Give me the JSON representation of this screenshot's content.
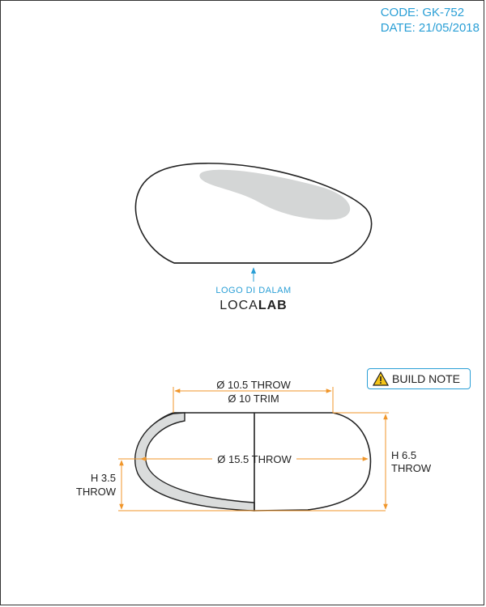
{
  "header": {
    "code": "CODE: GK-752",
    "date": "DATE: 21/05/2018"
  },
  "top_view": {
    "logo_note": "LOGO DI DALAM",
    "brand_light": "LOCA",
    "brand_bold": "LAB"
  },
  "build_note": {
    "label": "BUILD NOTE",
    "icon": "warning-icon"
  },
  "dimensions": {
    "top_opening": "Ø 10.5 THROW",
    "trim": "Ø 10 TRIM",
    "body_diameter": "Ø 15.5 THROW",
    "height_left_1": "H 3.5",
    "height_left_2": "THROW",
    "height_right_1": "H 6.5",
    "height_right_2": "THROW"
  },
  "colors": {
    "accent_blue": "#2a9fd6",
    "dimension_orange": "#f0962a",
    "outline": "#222222",
    "highlight_gray": "#d4d6d6",
    "wall_gray": "#dadcdc"
  }
}
